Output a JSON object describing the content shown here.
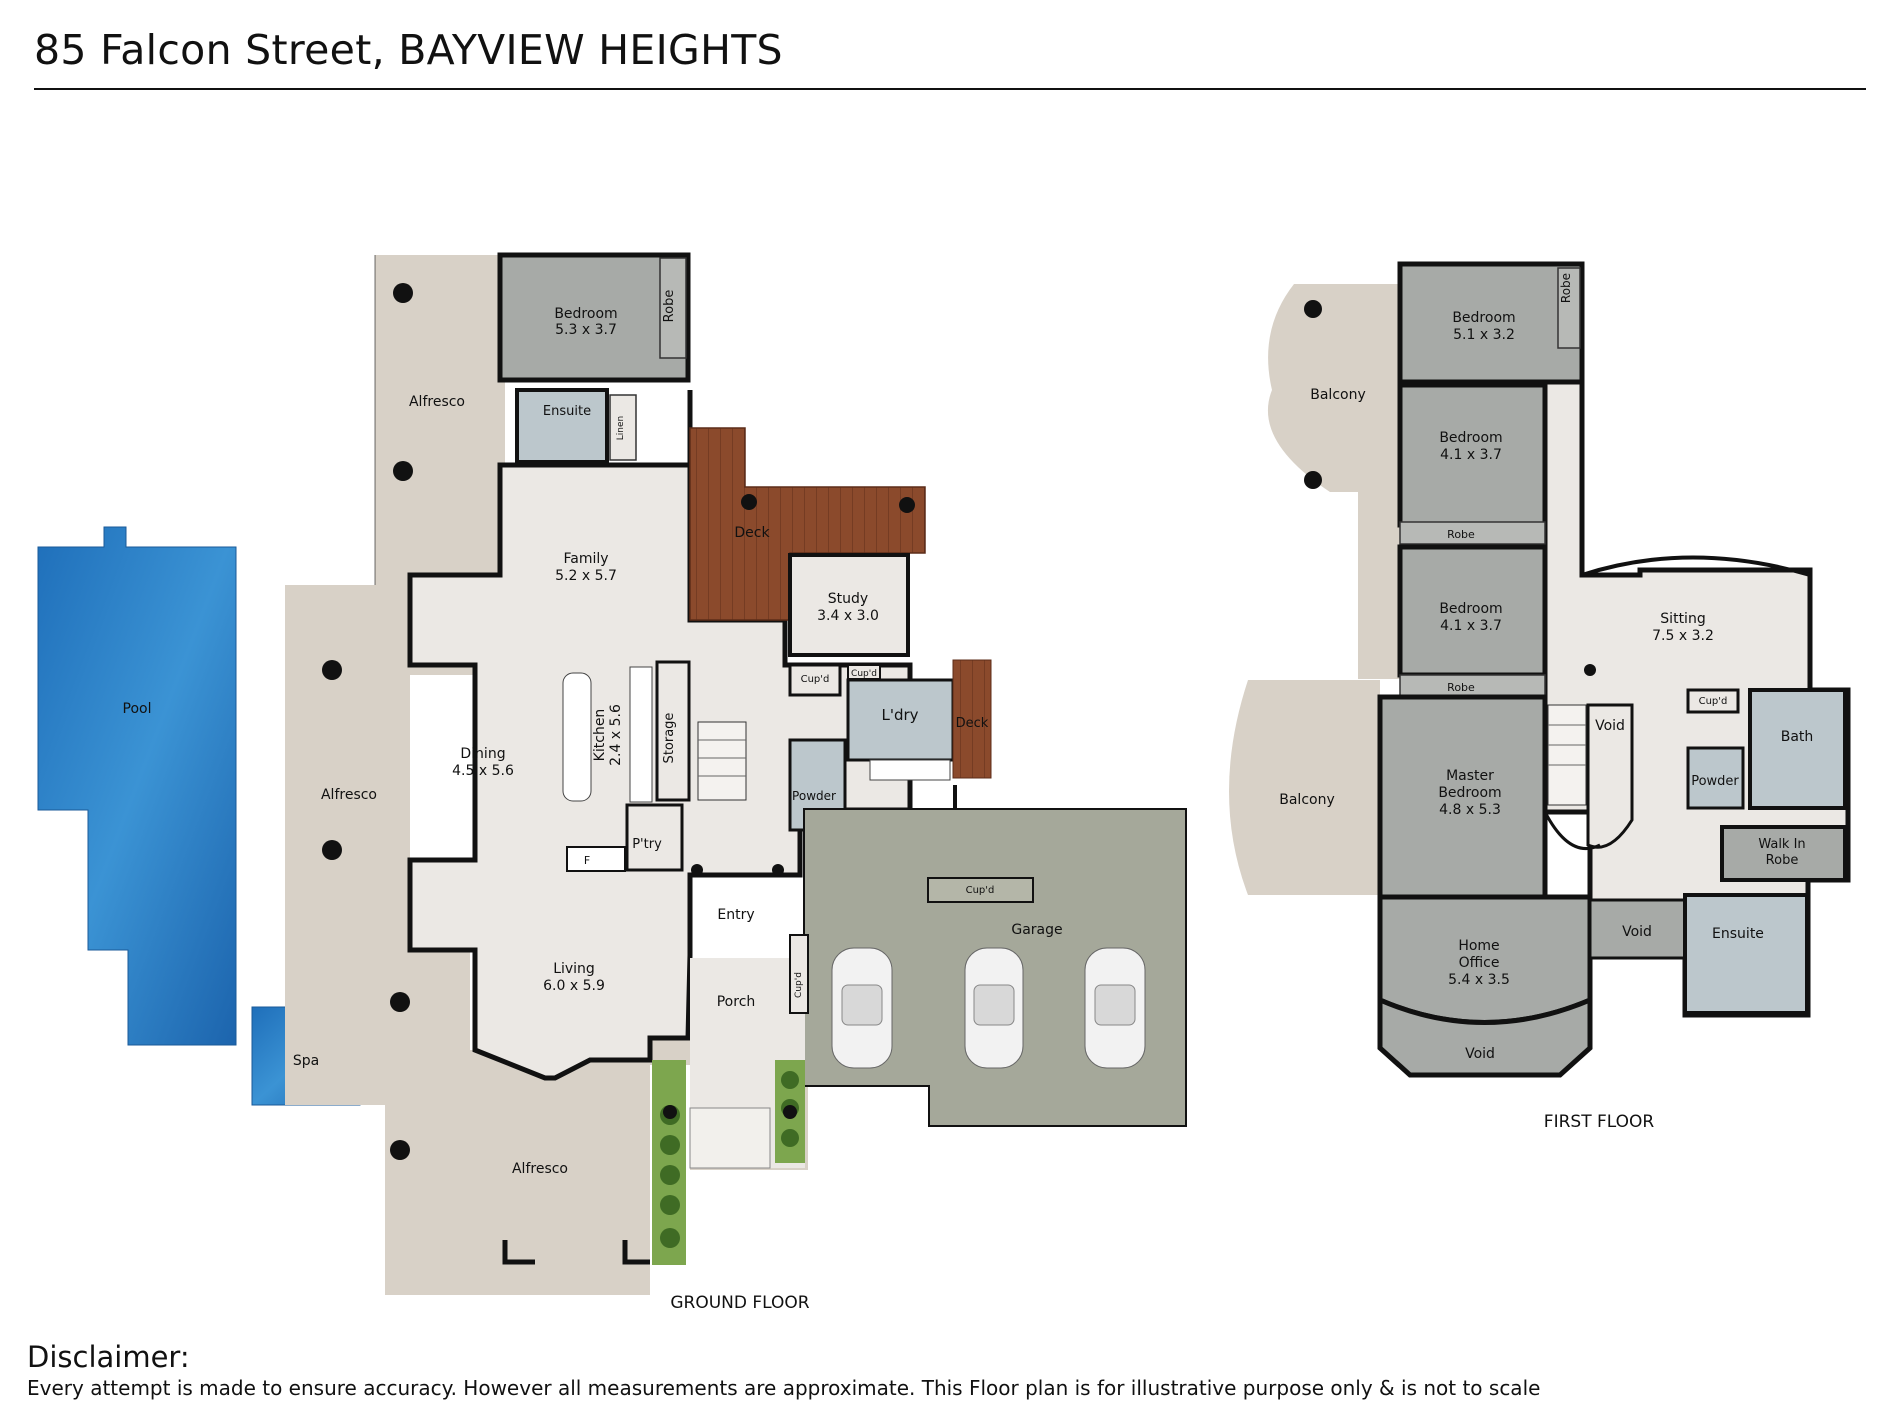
{
  "header": {
    "title": "85 Falcon Street, BAYVIEW HEIGHTS"
  },
  "floors": {
    "ground": {
      "label": "GROUND FLOOR",
      "rooms": {
        "bedroom": {
          "name": "Bedroom",
          "dims": "5.3 x 3.7"
        },
        "robe": "Robe",
        "ensuite": "Ensuite",
        "linen": "Linen",
        "alfresco_top": "Alfresco",
        "family": {
          "name": "Family",
          "dims": "5.2 x 5.7"
        },
        "deck": "Deck",
        "study": {
          "name": "Study",
          "dims": "3.4 x 3.0"
        },
        "pool": "Pool",
        "alfresco_mid": "Alfresco",
        "dining": {
          "name": "Dining",
          "dims": "4.5 x 5.6"
        },
        "kitchen": {
          "name": "Kitchen",
          "dims": "2.4 x 5.6"
        },
        "storage": "Storage",
        "cupd_a": "Cup'd",
        "cupd_b": "Cup'd",
        "laundry": "L'dry",
        "deck_small": "Deck",
        "powder": "Powder",
        "pantry": "P'try",
        "fridge": "F",
        "entry": "Entry",
        "garage": "Garage",
        "cupd_garage": "Cup'd",
        "living": {
          "name": "Living",
          "dims": "6.0 x 5.9"
        },
        "porch": "Porch",
        "cupd_porch": "Cup'd",
        "spa": "Spa",
        "alfresco_bottom": "Alfresco"
      }
    },
    "first": {
      "label": "FIRST FLOOR",
      "rooms": {
        "bedroom1": {
          "name": "Bedroom",
          "dims": "5.1 x 3.2"
        },
        "robe1": "Robe",
        "balcony_top": "Balcony",
        "bedroom2": {
          "name": "Bedroom",
          "dims": "4.1 x 3.7"
        },
        "robe2": "Robe",
        "bedroom3": {
          "name": "Bedroom",
          "dims": "4.1 x 3.7"
        },
        "robe3": "Robe",
        "sitting": {
          "name": "Sitting",
          "dims": "7.5 x 3.2"
        },
        "balcony_bottom": "Balcony",
        "master": {
          "line1": "Master",
          "line2": "Bedroom",
          "dims": "4.8 x 5.3"
        },
        "void_stair": "Void",
        "cupd": "Cup'd",
        "bath": "Bath",
        "powder": "Powder",
        "walkin": {
          "line1": "Walk In",
          "line2": "Robe"
        },
        "void_mid": "Void",
        "ensuite": "Ensuite",
        "office": {
          "line1": "Home",
          "line2": "Office",
          "dims": "5.4 x 3.5"
        },
        "void_bottom": "Void"
      }
    }
  },
  "disclaimer": {
    "heading": "Disclaimer:",
    "text": "Every attempt is made to ensure accuracy. However all measurements are approximate. This Floor plan is for illustrative purpose only & is not to scale"
  },
  "colors": {
    "outdoor_tile": "#d8d1c7",
    "indoor_floor": "#ebe8e4",
    "carpet": "#a7aaa7",
    "wet_area": "#bcc7cc",
    "deck_timber": "#8b4a2c",
    "pool_water": "#2f7fc4",
    "garage_floor": "#a5a89a",
    "wall": "#111111",
    "garden": "#7da64e"
  }
}
